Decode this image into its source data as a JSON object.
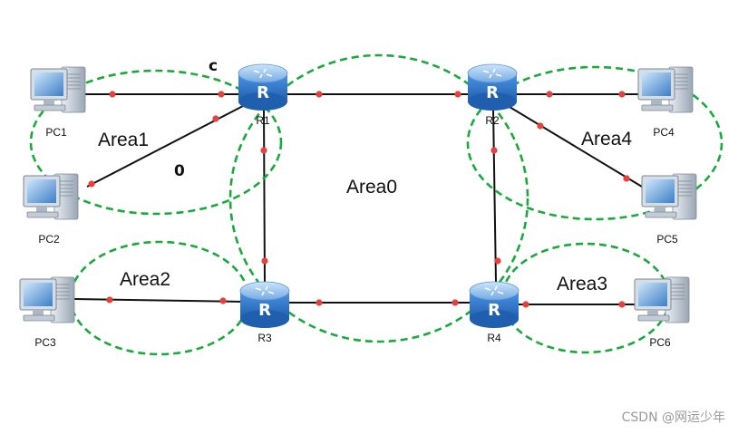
{
  "areas": [
    {
      "id": "area1",
      "label": "Area1"
    },
    {
      "id": "area0",
      "label": "Area0"
    },
    {
      "id": "area4",
      "label": "Area4"
    },
    {
      "id": "area2",
      "label": "Area2"
    },
    {
      "id": "area3",
      "label": "Area3"
    }
  ],
  "routers": [
    {
      "id": "r1",
      "label": "R1"
    },
    {
      "id": "r2",
      "label": "R2"
    },
    {
      "id": "r3",
      "label": "R3"
    },
    {
      "id": "r4",
      "label": "R4"
    }
  ],
  "pcs": [
    {
      "id": "pc1",
      "label": "PC1"
    },
    {
      "id": "pc2",
      "label": "PC2"
    },
    {
      "id": "pc3",
      "label": "PC3"
    },
    {
      "id": "pc4",
      "label": "PC4"
    },
    {
      "id": "pc5",
      "label": "PC5"
    },
    {
      "id": "pc6",
      "label": "PC6"
    }
  ],
  "links": [
    [
      "pc1",
      "r1"
    ],
    [
      "pc2",
      "r1"
    ],
    [
      "r1",
      "r2"
    ],
    [
      "r1",
      "r3"
    ],
    [
      "r2",
      "r4"
    ],
    [
      "r3",
      "r4"
    ],
    [
      "pc3",
      "r3"
    ],
    [
      "r2",
      "pc4"
    ],
    [
      "r2",
      "pc5"
    ],
    [
      "r4",
      "pc6"
    ]
  ],
  "marks": {
    "top": "c",
    "middle": "0"
  },
  "router_glyph": "R",
  "watermark": "CSDN @网运少年",
  "colors": {
    "area_stroke": "#1aaa3c",
    "link": "#111111",
    "port": "#e8403a",
    "router_body": "#3a7fd0",
    "router_top": "#8ec0ef"
  }
}
